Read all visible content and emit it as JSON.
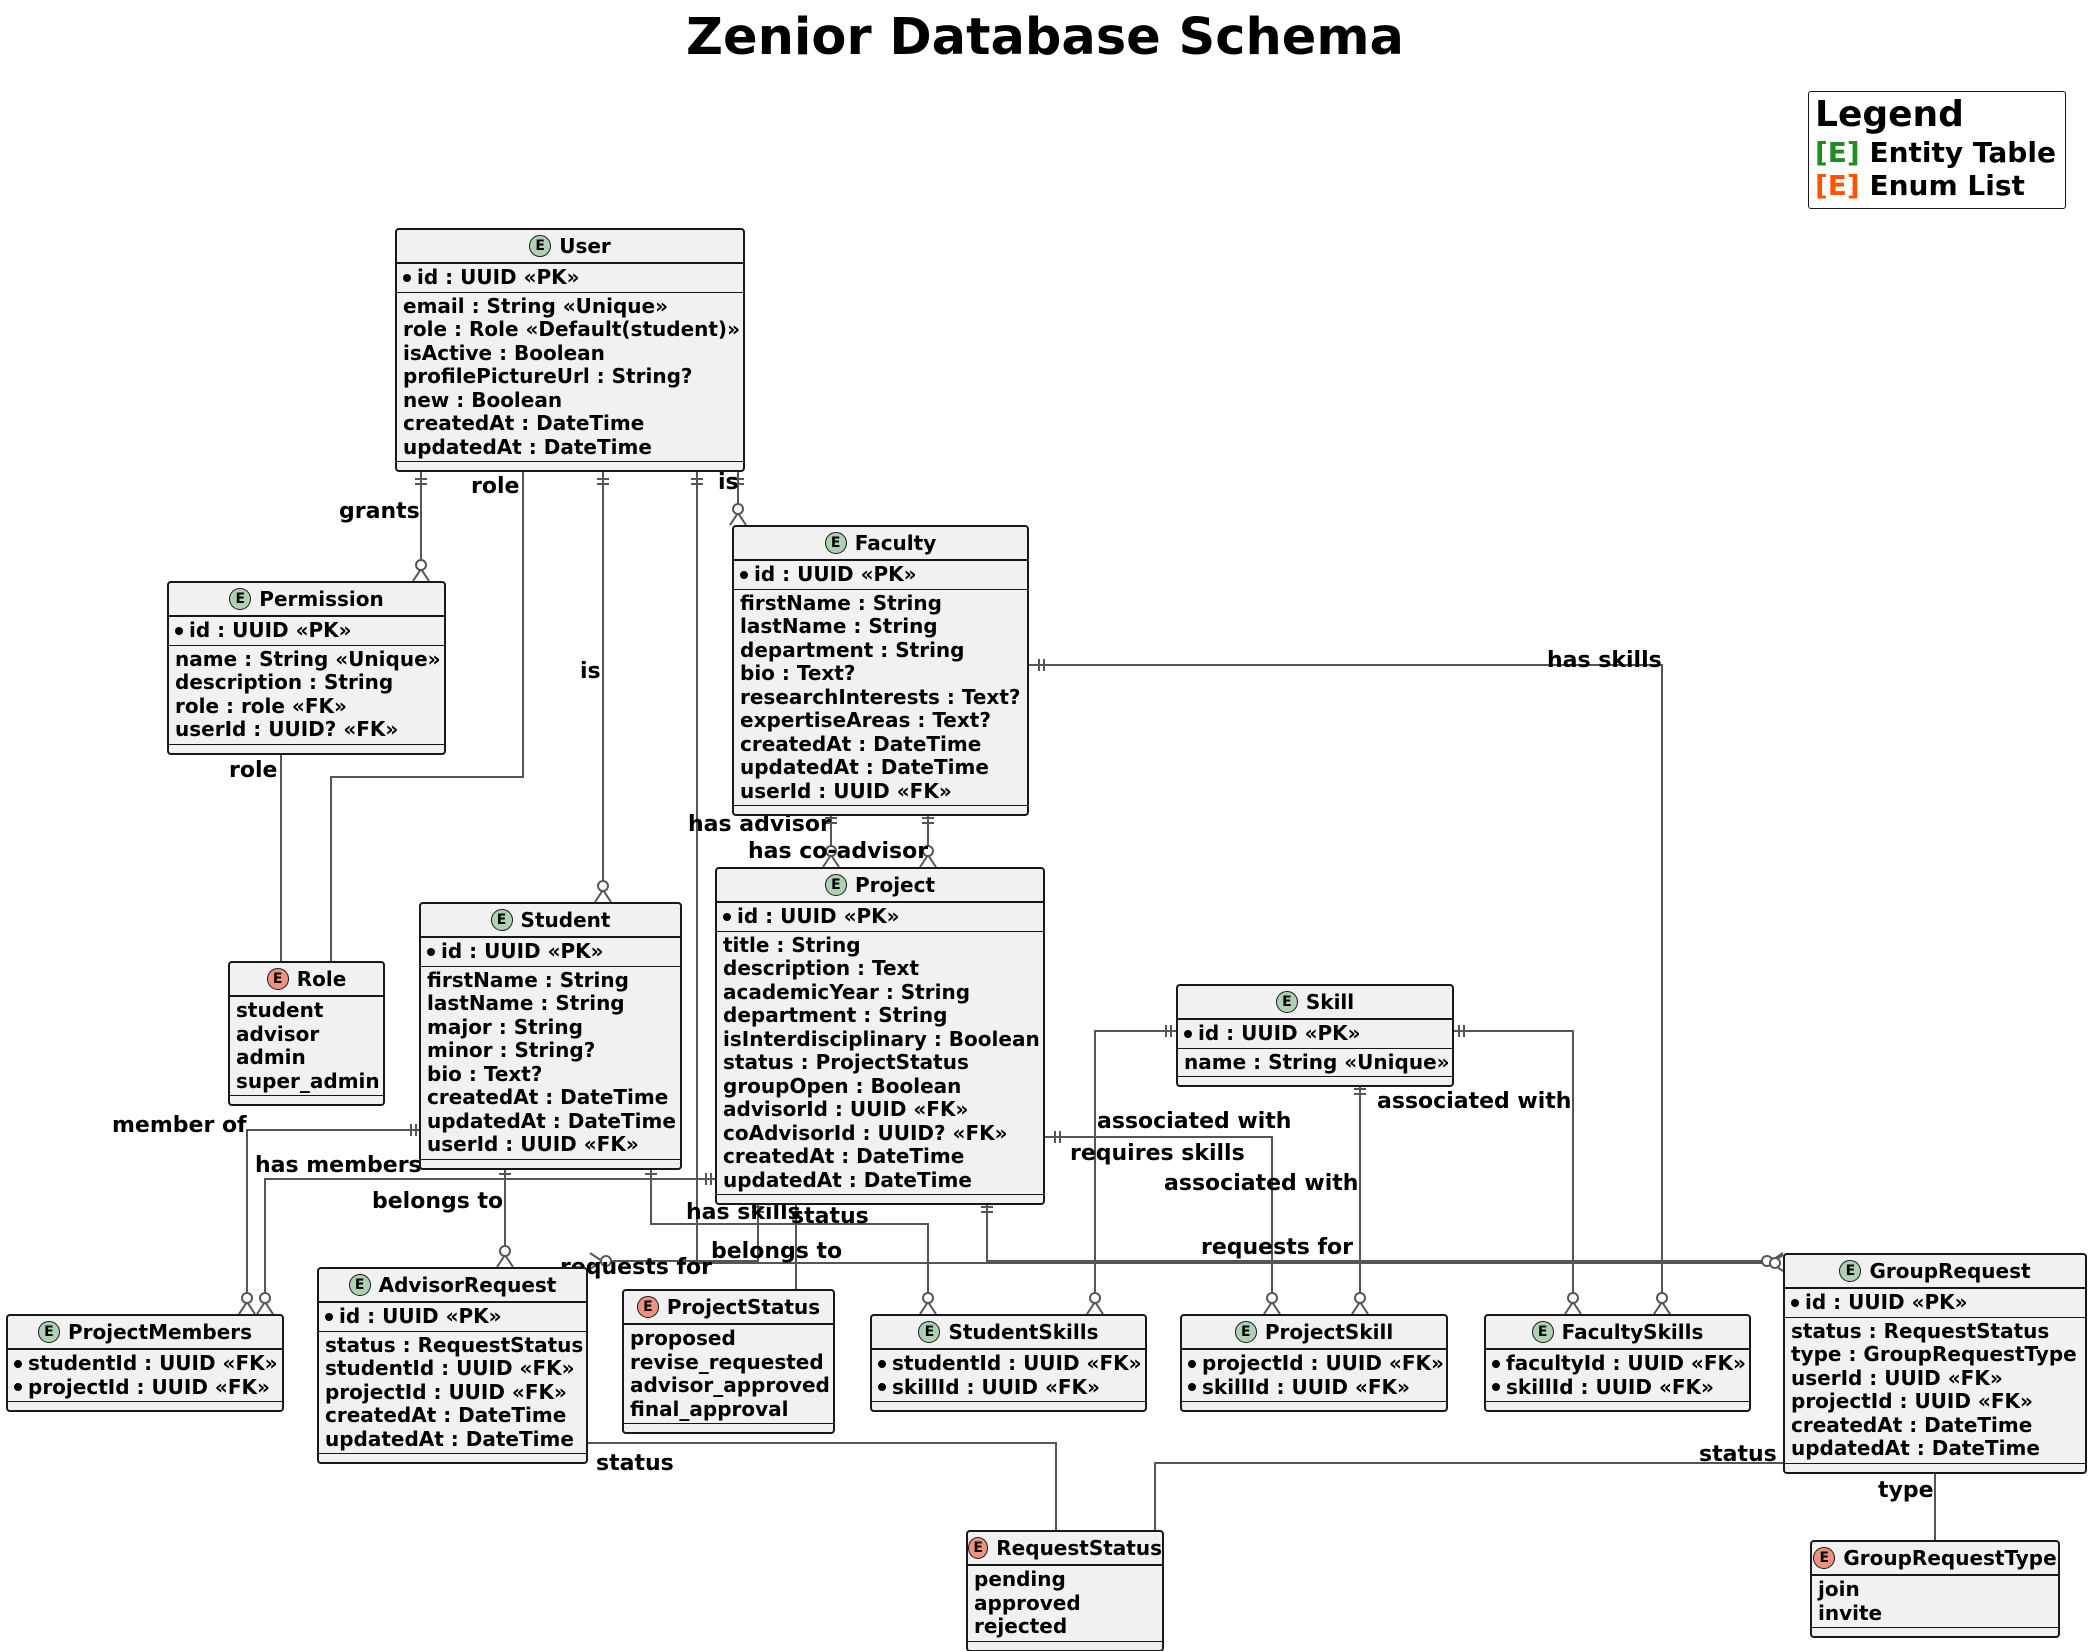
{
  "title": "Zenior Database Schema",
  "legend": {
    "title": "Legend",
    "items": [
      {
        "marker": "[E]",
        "label": "Entity Table",
        "color": "#228B22"
      },
      {
        "marker": "[E]",
        "label": "Enum List",
        "color": "#FF5500"
      }
    ]
  },
  "colors": {
    "entity_fill": "#F1F1F1",
    "entity_badge": "#ADD1B2",
    "enum_badge": "#EB937F",
    "border": "#181818",
    "line": "#555555"
  },
  "badge_letter": "E",
  "entities": {
    "user": {
      "name": "User",
      "kind": "entity",
      "pk": [
        "id : UUID «PK»"
      ],
      "fields": [
        "email : String «Unique»",
        "role : Role «Default(student)»",
        "isActive : Boolean",
        "profilePictureUrl : String?",
        "new : Boolean",
        "createdAt : DateTime",
        "updatedAt : DateTime"
      ]
    },
    "permission": {
      "name": "Permission",
      "kind": "entity",
      "pk": [
        "id : UUID «PK»"
      ],
      "fields": [
        "name : String «Unique»",
        "description : String",
        "role : role «FK»",
        "userId : UUID? «FK»"
      ]
    },
    "role": {
      "name": "Role",
      "kind": "enum",
      "values": [
        "student",
        "advisor",
        "admin",
        "super_admin"
      ]
    },
    "student": {
      "name": "Student",
      "kind": "entity",
      "pk": [
        "id : UUID «PK»"
      ],
      "fields": [
        "firstName : String",
        "lastName : String",
        "major : String",
        "minor : String?",
        "bio : Text?",
        "createdAt : DateTime",
        "updatedAt : DateTime",
        "userId : UUID «FK»"
      ]
    },
    "faculty": {
      "name": "Faculty",
      "kind": "entity",
      "pk": [
        "id : UUID «PK»"
      ],
      "fields": [
        "firstName : String",
        "lastName : String",
        "department : String",
        "bio : Text?",
        "researchInterests : Text?",
        "expertiseAreas : Text?",
        "createdAt : DateTime",
        "updatedAt : DateTime",
        "userId : UUID «FK»"
      ]
    },
    "project": {
      "name": "Project",
      "kind": "entity",
      "pk": [
        "id : UUID «PK»"
      ],
      "fields": [
        "title : String",
        "description : Text",
        "academicYear : String",
        "department : String",
        "isInterdisciplinary : Boolean",
        "status : ProjectStatus",
        "groupOpen : Boolean",
        "advisorId : UUID «FK»",
        "coAdvisorId : UUID? «FK»",
        "createdAt : DateTime",
        "updatedAt : DateTime"
      ]
    },
    "skill": {
      "name": "Skill",
      "kind": "entity",
      "pk": [
        "id : UUID «PK»"
      ],
      "fields": [
        "name : String «Unique»"
      ]
    },
    "projectmembers": {
      "name": "ProjectMembers",
      "kind": "entity",
      "pk": [
        "studentId : UUID «FK»",
        "projectId : UUID «FK»"
      ],
      "fields": []
    },
    "advisorrequest": {
      "name": "AdvisorRequest",
      "kind": "entity",
      "pk": [
        "id : UUID «PK»"
      ],
      "fields": [
        "status : RequestStatus",
        "studentId : UUID «FK»",
        "projectId : UUID «FK»",
        "createdAt : DateTime",
        "updatedAt : DateTime"
      ]
    },
    "projectstatus": {
      "name": "ProjectStatus",
      "kind": "enum",
      "values": [
        "proposed",
        "revise_requested",
        "advisor_approved",
        "final_approval"
      ]
    },
    "studentskills": {
      "name": "StudentSkills",
      "kind": "entity",
      "pk": [
        "studentId : UUID «FK»",
        "skillId : UUID «FK»"
      ],
      "fields": []
    },
    "projectskill": {
      "name": "ProjectSkill",
      "kind": "entity",
      "pk": [
        "projectId : UUID «FK»",
        "skillId : UUID «FK»"
      ],
      "fields": []
    },
    "facultyskills": {
      "name": "FacultySkills",
      "kind": "entity",
      "pk": [
        "facultyId : UUID «FK»",
        "skillId : UUID «FK»"
      ],
      "fields": []
    },
    "grouprequest": {
      "name": "GroupRequest",
      "kind": "entity",
      "pk": [
        "id : UUID «PK»"
      ],
      "fields": [
        "status : RequestStatus",
        "type : GroupRequestType",
        "userId : UUID «FK»",
        "projectId : UUID «FK»",
        "createdAt : DateTime",
        "updatedAt : DateTime"
      ]
    },
    "requeststatus": {
      "name": "RequestStatus",
      "kind": "enum",
      "values": [
        "pending",
        "approved",
        "rejected"
      ]
    },
    "grouprequesttype": {
      "name": "GroupRequestType",
      "kind": "enum",
      "values": [
        "join",
        "invite"
      ]
    }
  },
  "relation_labels": {
    "grants": "grants",
    "role_user": "role",
    "role_permission": "role",
    "is_student": "is",
    "is_faculty": "is",
    "has_skills_faculty": "has skills",
    "has_advisor": "has advisor",
    "has_co_advisor": "has co-advisor",
    "member_of": "member of",
    "has_members": "has members",
    "belongs_to_student": "belongs to",
    "belongs_to_project": "belongs to",
    "has_skills_student": "has skills",
    "status_project": "status",
    "requests_for_advisor": "requests for",
    "requests_for_group": "requests for",
    "associated_with_student": "associated with",
    "associated_with_project": "associated with",
    "associated_with_faculty": "associated with",
    "requires_skills": "requires skills",
    "status_advisor": "status",
    "status_group": "status",
    "type_group": "type"
  }
}
